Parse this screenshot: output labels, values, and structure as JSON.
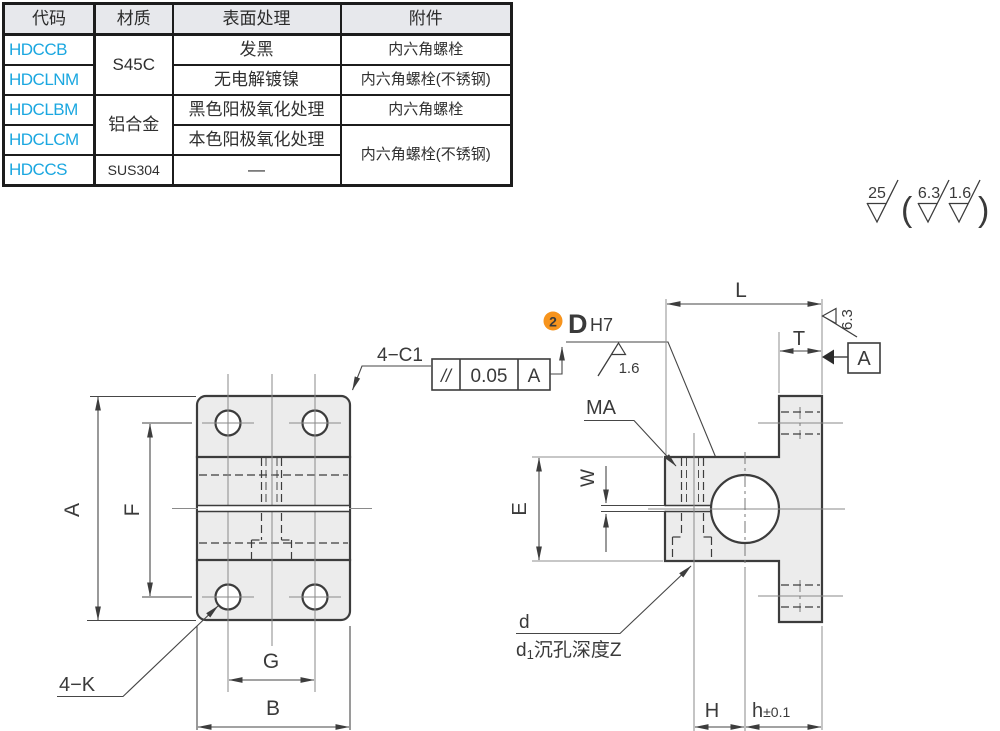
{
  "colors": {
    "accent_blue": "#1ba7e0",
    "callout_orange": "#f7941d",
    "line_dark": "#3c3c3c",
    "part_fill": "#ececec",
    "table_header_bg": "#e7e8ec"
  },
  "table": {
    "headers": [
      "代码",
      "材质",
      "表面处理",
      "附件"
    ],
    "codes": [
      "HDCCB",
      "HDCLNM",
      "HDCLBM",
      "HDCLCM",
      "HDCCS"
    ],
    "materials": [
      "S45C",
      "铝合金",
      "SUS304"
    ],
    "surfaces": [
      "发黑",
      "无电解镀镍",
      "黑色阳极氧化处理",
      "本色阳极氧化处理",
      "—"
    ],
    "accessories": [
      "内六角螺栓",
      "内六角螺栓(不锈钢)",
      "内六角螺栓",
      "内六角螺栓(不锈钢)"
    ]
  },
  "surface_note": {
    "ra_standard": "25",
    "ra_finish": "6.3",
    "ra_fine": "1.6",
    "open_paren": "(",
    "close_paren": ")"
  },
  "front_view": {
    "dim_a": "A",
    "dim_f": "F",
    "dim_g": "G",
    "dim_b": "B",
    "chamfer_label": "4−C1",
    "hole_label": "4−K"
  },
  "fcf": {
    "symbol": "//",
    "tolerance": "0.05",
    "datum": "A"
  },
  "callout": {
    "number": "2",
    "letter": "D",
    "fit": "H7"
  },
  "side_view": {
    "dim_l": "L",
    "dim_t": "T",
    "dim_e": "E",
    "dim_w": "W",
    "dim_h": "H",
    "dim_h2": "h",
    "dim_h2_tol": "±0.1",
    "thread_label": "MA",
    "hole_label": "d",
    "cbore_d": "d",
    "cbore_sub": "1",
    "cbore_label": "沉孔深度Z",
    "datum": "A",
    "ra_16": "1.6",
    "ra_63": "6.3"
  }
}
